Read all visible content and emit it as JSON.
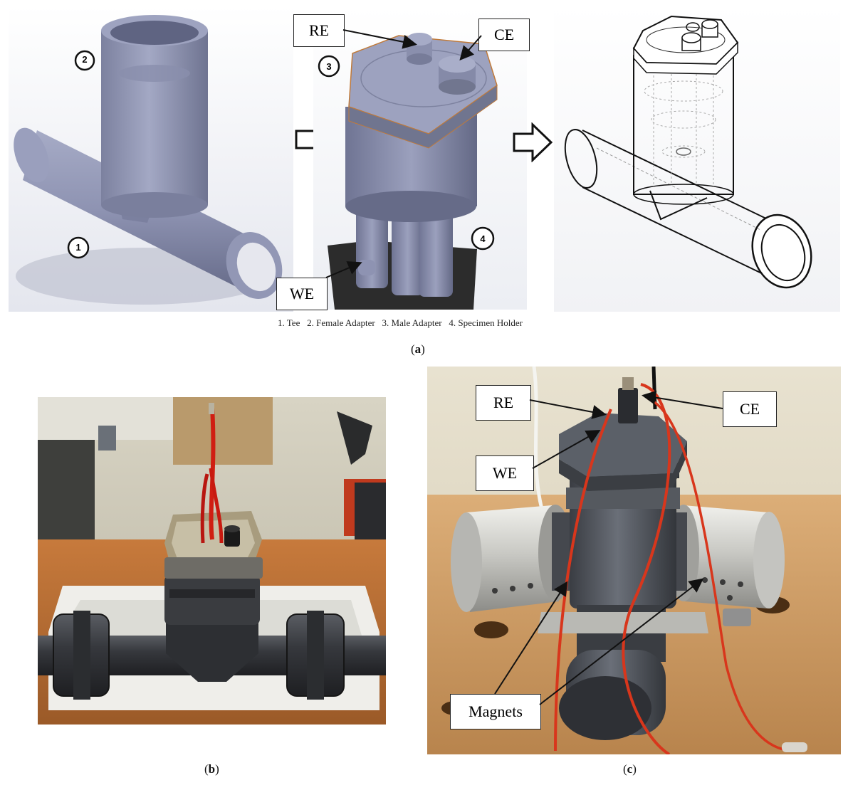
{
  "panel_a": {
    "part_numbers": [
      "1",
      "2",
      "3",
      "4"
    ],
    "electrode_labels": {
      "re": "RE",
      "ce": "CE",
      "we": "WE"
    },
    "legend": "1. Tee   2. Female Adapter   3. Male Adapter   4. Specimen Holder",
    "caption_open": "(",
    "caption_letter": "a",
    "caption_close": ")"
  },
  "panel_b": {
    "caption_open": "(",
    "caption_letter": "b",
    "caption_close": ")"
  },
  "panel_c": {
    "labels": {
      "re": "RE",
      "ce": "CE",
      "we": "WE",
      "magnets": "Magnets"
    },
    "caption_open": "(",
    "caption_letter": "c",
    "caption_close": ")"
  },
  "colors": {
    "cad_body": "#8e93b2",
    "cad_dark": "#6d7292",
    "pvc_grey": "#4a4d52",
    "wire_red": "#d42a14",
    "bench_orange": "#c97a3a",
    "magnet_silver": "#c9c9c4"
  }
}
